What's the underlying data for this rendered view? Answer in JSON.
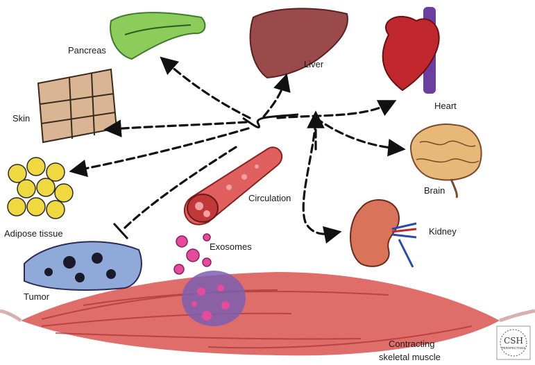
{
  "labels": {
    "pancreas": "Pancreas",
    "liver": "Liver",
    "heart": "Heart",
    "skin": "Skin",
    "brain": "Brain",
    "adipose": "Adipose tissue",
    "circulation": "Circulation",
    "kidney": "Kidney",
    "exosomes": "Exosomes",
    "tumor": "Tumor",
    "muscle_line1": "Contracting",
    "muscle_line2": "skeletal muscle"
  },
  "logo": {
    "text": "CSH",
    "subtext": "PERSPECTIVES"
  }
}
